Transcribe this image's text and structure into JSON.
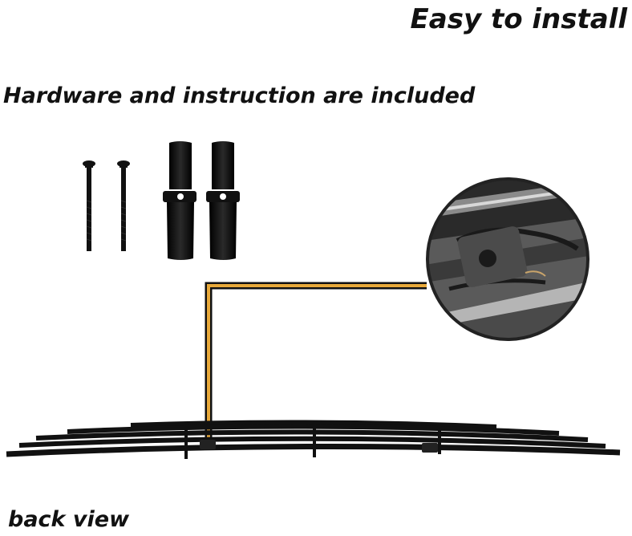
{
  "title": "Easy to install",
  "subtitle": "Hardware and instruction are included",
  "caption": "back view",
  "colors": {
    "text": "#111111",
    "hardware": "#111111",
    "callout_line": "#e8a93a",
    "callout_outline": "#111111",
    "zoom_border": "#222222"
  },
  "icons": {
    "screws": "bolt-icon",
    "clips": "mounting-clip-icon"
  }
}
